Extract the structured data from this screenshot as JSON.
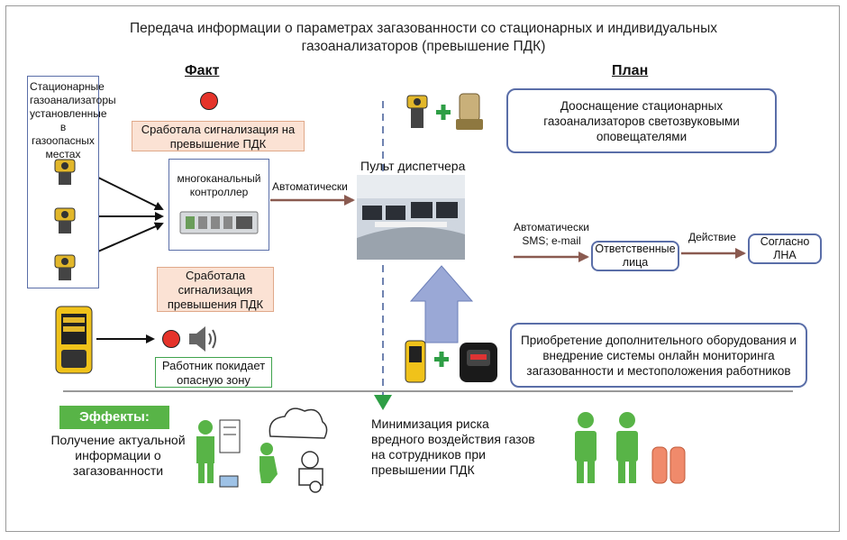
{
  "title": "Передача информации о параметрах загазованности со стационарных  и индивидуальных газоанализаторов (превышение ПДК)",
  "fact": {
    "header": "Факт",
    "stationary_label": "Стационарные газоанализаторы установленные в газоопасных местах",
    "alarm_top": "Сработала сигнализация на превышение ПДК",
    "controller": "многоканальный контроллер",
    "auto": "Автоматически",
    "alarm_mid": "Сработала сигнализация превышения ПДК",
    "worker_leaves": "Работник покидает опасную зону"
  },
  "dispatcher": "Пульт диспетчера",
  "plan": {
    "header": "План",
    "upgrade": "Дооснащение стационарных газоанализаторов светозвуковыми оповещателями",
    "auto_sms": "Автоматически SMS; e-mail",
    "responsible": "Ответственные лица",
    "action": "Действие",
    "lna": "Согласно ЛНА",
    "acquisition": "Приобретение дополнительного оборудования и внедрение системы онлайн мониторинга загазованности и местоположения работников"
  },
  "effects": {
    "label": "Эффекты:",
    "info": "Получение актуальной информации о загазованности",
    "risk": "Минимизация риска вредного воздействия газов на сотрудников при превышении ПДК"
  },
  "colors": {
    "box_border": "#5a6ea8",
    "alarm_fill": "#fbe2d4",
    "green": "#3fa34d",
    "effects_bg": "#58b447",
    "arrow_brown": "#8a5a50",
    "up_arrow": "#9aa8d6"
  }
}
